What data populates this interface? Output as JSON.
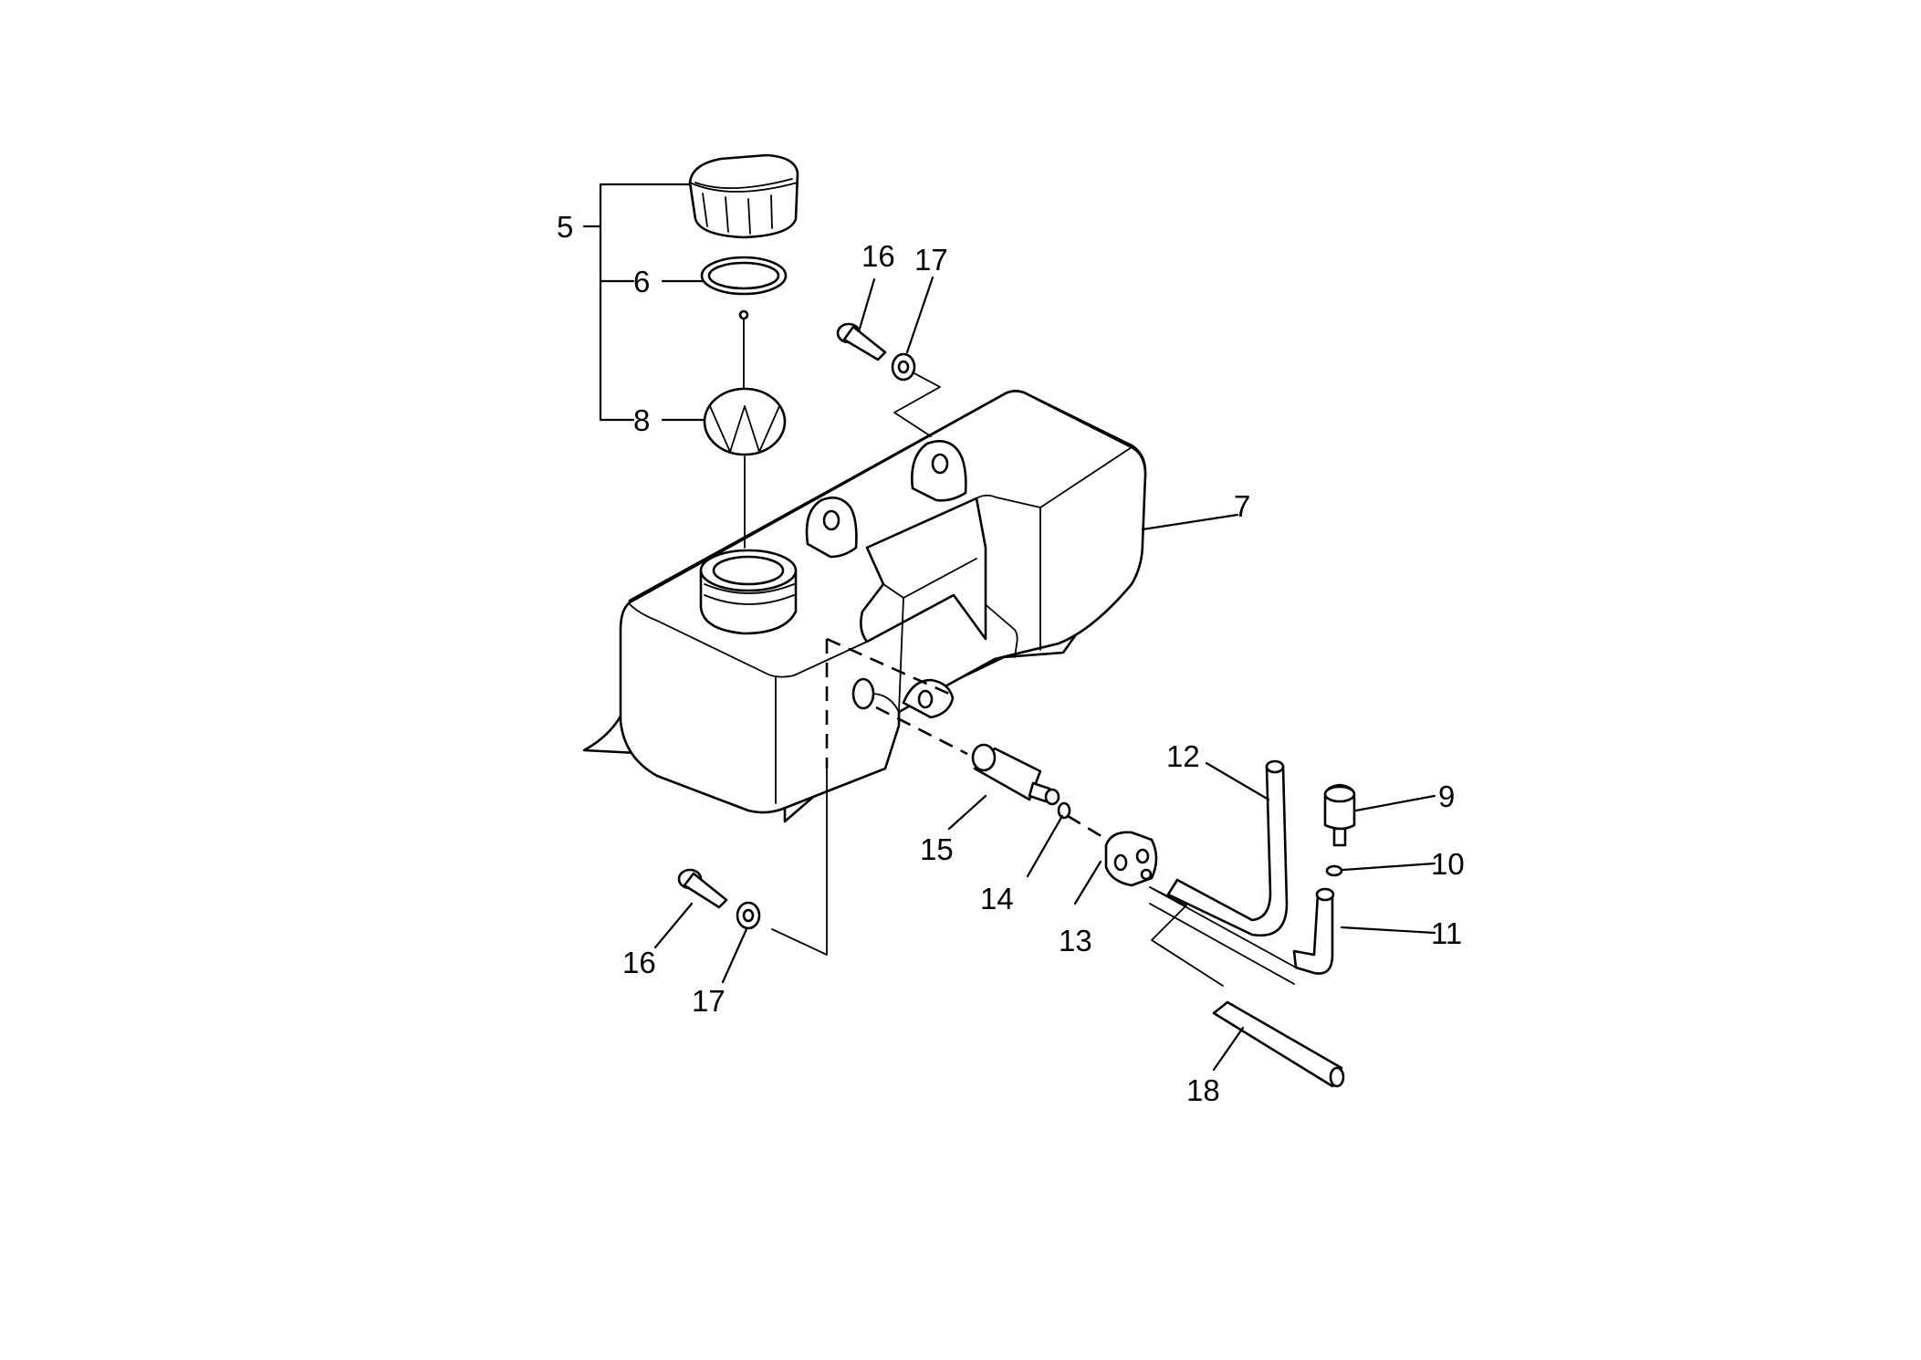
{
  "diagram": {
    "callouts": {
      "c5": "5",
      "c6": "6",
      "c7": "7",
      "c8": "8",
      "c9": "9",
      "c10": "10",
      "c11": "11",
      "c12": "12",
      "c13": "13",
      "c14": "14",
      "c15": "15",
      "c16_top": "16",
      "c17_top": "17",
      "c16_bottom": "16",
      "c17_bottom": "17",
      "c18": "18"
    }
  }
}
